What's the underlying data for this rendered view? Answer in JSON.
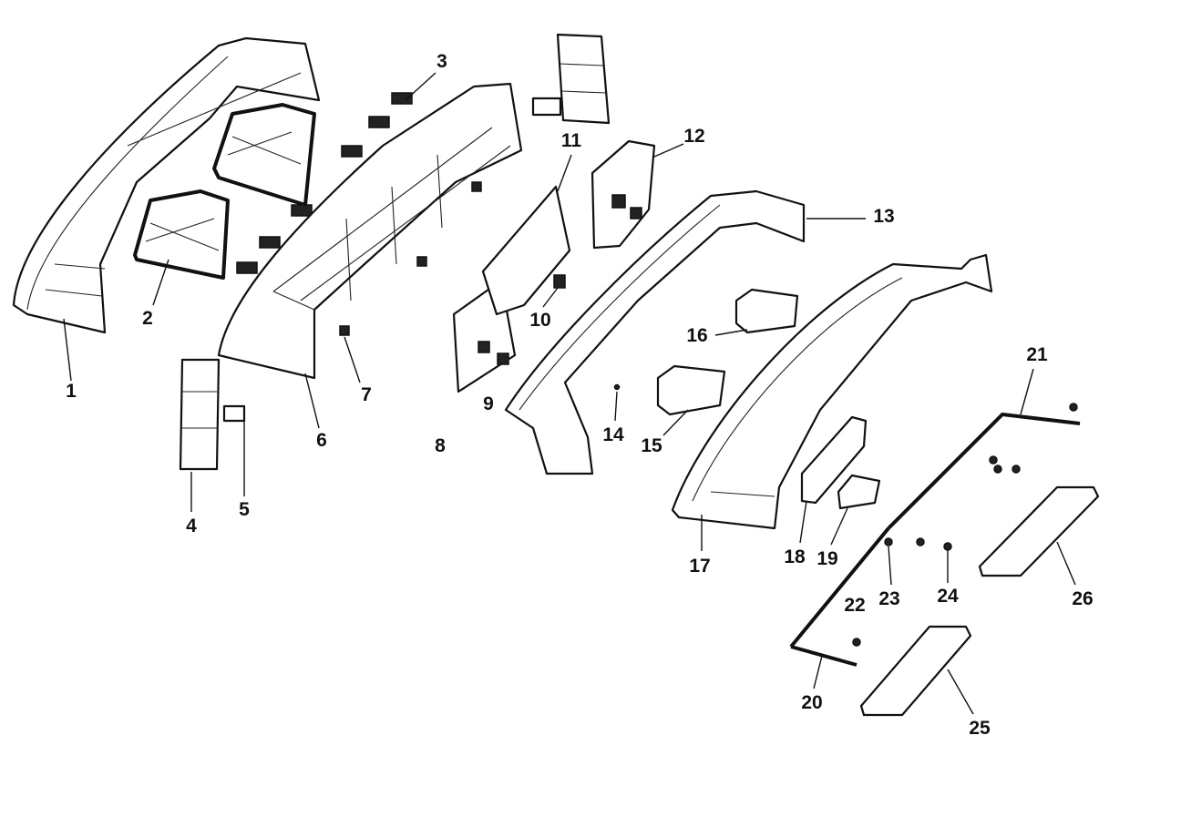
{
  "diagram": {
    "type": "exploded-parts-diagram",
    "callouts": [
      "1",
      "2",
      "3",
      "4",
      "5",
      "6",
      "7",
      "8",
      "9",
      "10",
      "11",
      "12",
      "13",
      "14",
      "15",
      "16",
      "17",
      "18",
      "19",
      "20",
      "21",
      "22",
      "23",
      "24",
      "25",
      "26"
    ]
  }
}
